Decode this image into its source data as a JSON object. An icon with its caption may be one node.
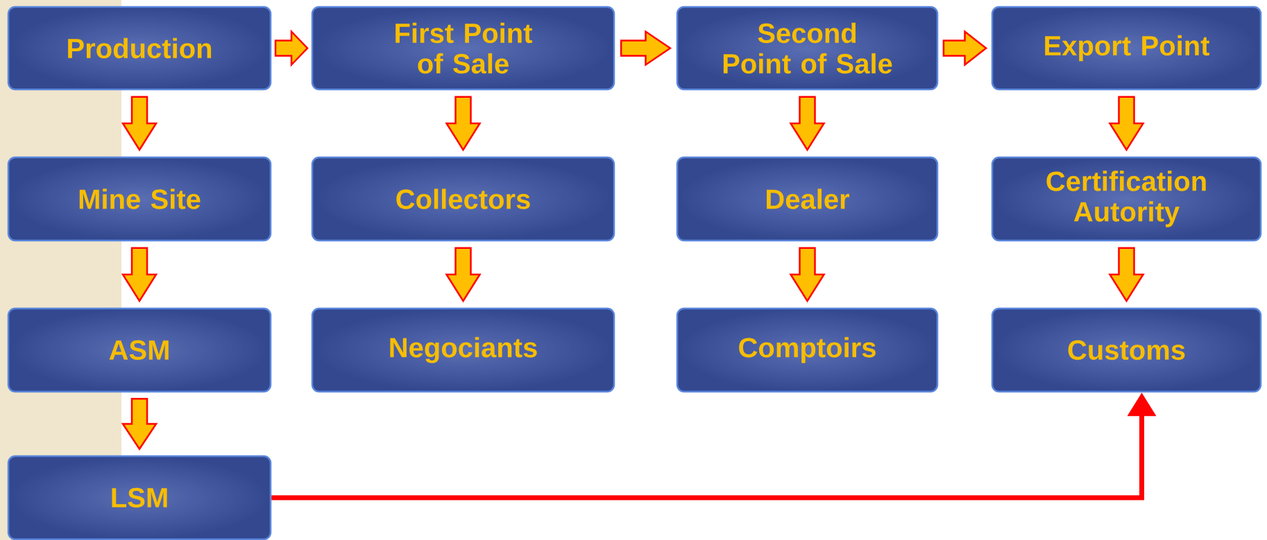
{
  "diagram": {
    "nodes": [
      {
        "text": [
          "Production"
        ]
      },
      {
        "text": [
          "First Point of Sale"
        ]
      },
      {
        "text": [
          "Second Point of Sale"
        ]
      },
      {
        "text": [
          "Export Point"
        ]
      },
      {
        "text": [
          "Mine Site"
        ]
      },
      {
        "text": [
          "Collectors"
        ]
      },
      {
        "text": [
          "Dealer"
        ]
      },
      {
        "text": [
          "Certification Autority"
        ]
      },
      {
        "text": [
          "ASM"
        ]
      },
      {
        "text": [
          "Negociants"
        ]
      },
      {
        "text": [
          "Comptoirs"
        ]
      },
      {
        "text": [
          "Customs"
        ]
      },
      {
        "text": [
          "LSM"
        ]
      }
    ],
    "edges": [
      {
        "from": 0,
        "to": 1,
        "arrow": "to"
      },
      {
        "from": 1,
        "to": 2,
        "arrow": "to"
      },
      {
        "from": 2,
        "to": 3,
        "arrow": "to"
      },
      {
        "from": 0,
        "to": 4,
        "arrow": "to"
      },
      {
        "from": 4,
        "to": 8,
        "arrow": "to"
      },
      {
        "from": 8,
        "to": 12,
        "arrow": "to"
      },
      {
        "from": 1,
        "to": 5,
        "arrow": "to"
      },
      {
        "from": 5,
        "to": 9,
        "arrow": "to"
      },
      {
        "from": 2,
        "to": 6,
        "arrow": "to"
      },
      {
        "from": 6,
        "to": 10,
        "arrow": "to"
      },
      {
        "from": 3,
        "to": 7,
        "arrow": "to"
      },
      {
        "from": 7,
        "to": 11,
        "arrow": "to"
      },
      {
        "from": 12,
        "to": 11,
        "arrow": "to",
        "color": "#ff0000"
      }
    ]
  }
}
